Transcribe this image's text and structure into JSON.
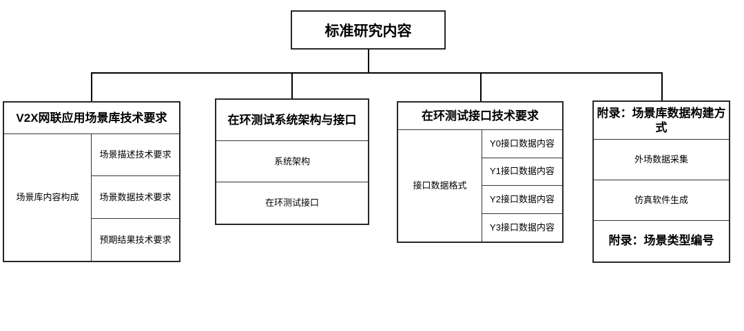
{
  "diagram": {
    "title": "标准研究内容",
    "root": {
      "label": "标准研究内容"
    },
    "branches": [
      {
        "header": "V2X网联应用场景库技术要求",
        "left": "场景库内容构成",
        "rows": [
          "场景描述技术要求",
          "场景数据技术要求",
          "预期结果技术要求"
        ]
      },
      {
        "header": "在环测试系统架构与接口",
        "rows": [
          "系统架构",
          "在环测试接口"
        ]
      },
      {
        "header": "在环测试接口技术要求",
        "left": "接口数据格式",
        "rows": [
          "Y0接口数据内容",
          "Y1接口数据内容",
          "Y2接口数据内容",
          "Y3接口数据内容"
        ]
      },
      {
        "header": "附录：场景库数据构建方式",
        "rows": [
          "外场数据采集",
          "仿真软件生成",
          "附录：场景类型编号"
        ]
      }
    ],
    "colors": {
      "background": "#ffffff",
      "box_border": "#262626",
      "inner_divider": "#333333",
      "connector": "#000000",
      "text": "#000000"
    }
  }
}
